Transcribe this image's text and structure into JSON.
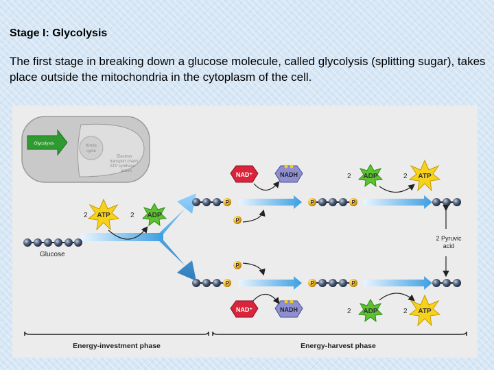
{
  "slide": {
    "title": "Stage I: Glycolysis",
    "body": "The first stage in breaking down a glucose molecule, called glycolysis (splitting sugar), takes place outside the mitochondria in the cytoplasm of the cell."
  },
  "diagram": {
    "inset": {
      "glycolysis": "Glycolysis",
      "krebs_line1": "Krebs",
      "krebs_line2": "cycle",
      "etc_line1": "Electron",
      "etc_line2": "transport chain/",
      "etc_line3": "ATP synthase",
      "etc_line4": "action"
    },
    "labels": {
      "glucose": "Glucose",
      "atp": "ATP",
      "adp": "ADP",
      "nad_plus": "NAD⁺",
      "nadh": "NADH",
      "phosphate": "P",
      "two": "2",
      "pyruvic_line1": "2 Pyruvic",
      "pyruvic_line2": "acid",
      "investment_phase": "Energy-investment phase",
      "harvest_phase": "Energy-harvest phase"
    },
    "colors": {
      "atp_star": "#f7d21b",
      "adp_star": "#5cc22f",
      "nad_plus": "#d8253c",
      "nadh": "#8d8fd0",
      "phosphate": "#f1b621",
      "arrow": "#3c9ee0",
      "carbon": "#3a4a66"
    }
  }
}
